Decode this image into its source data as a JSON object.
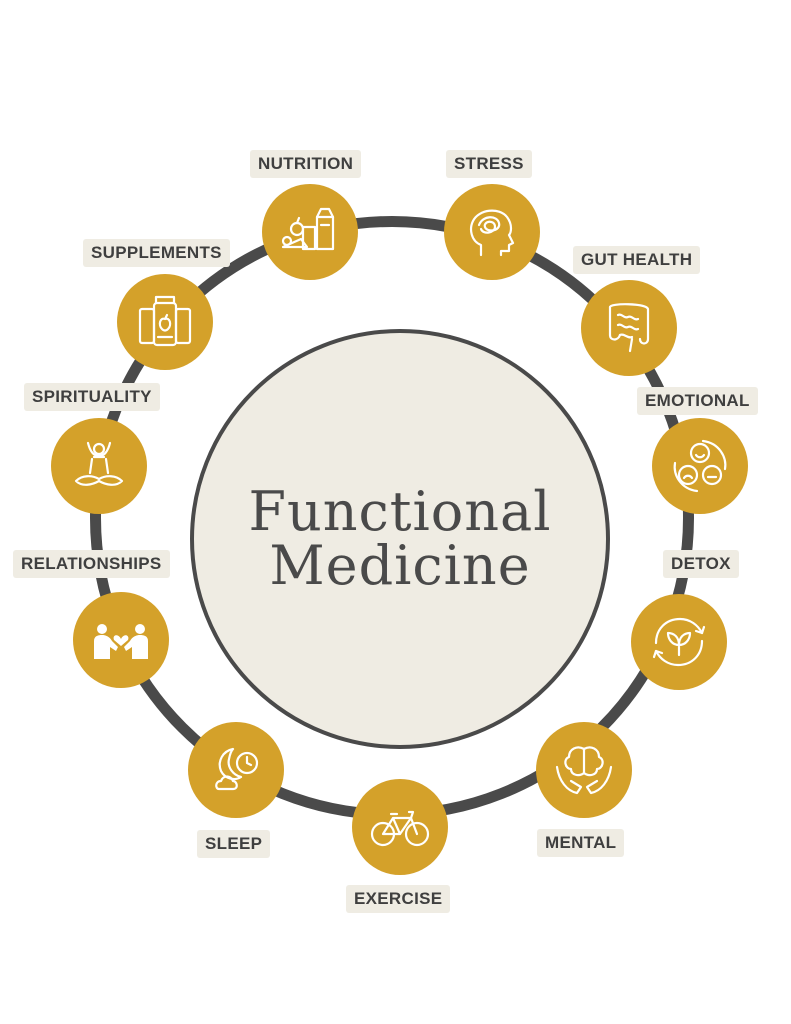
{
  "center": {
    "line1": "Functional",
    "line2": "Medicine"
  },
  "colors": {
    "node": "#d4a12a",
    "ring": "#4a4a4a",
    "center_fill": "#efece3",
    "label_bg": "#efece3"
  },
  "pillars": [
    {
      "label": "NUTRITION",
      "icon": "food-icon"
    },
    {
      "label": "STRESS",
      "icon": "tangled-head-icon"
    },
    {
      "label": "GUT HEALTH",
      "icon": "intestines-icon"
    },
    {
      "label": "EMOTIONAL",
      "icon": "emotion-faces-icon"
    },
    {
      "label": "DETOX",
      "icon": "leaf-cycle-icon"
    },
    {
      "label": "MENTAL",
      "icon": "brain-hands-icon"
    },
    {
      "label": "EXERCISE",
      "icon": "bicycle-icon"
    },
    {
      "label": "SLEEP",
      "icon": "moon-clock-icon"
    },
    {
      "label": "RELATIONSHIPS",
      "icon": "people-heart-icon"
    },
    {
      "label": "SPIRITUALITY",
      "icon": "meditation-icon"
    },
    {
      "label": "SUPPLEMENTS",
      "icon": "supplement-jars-icon"
    }
  ]
}
